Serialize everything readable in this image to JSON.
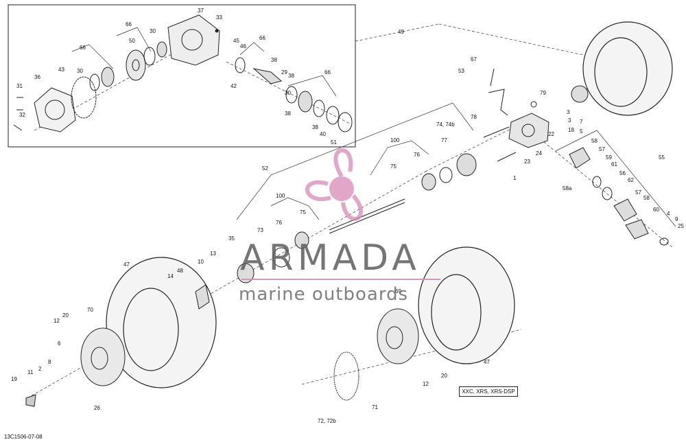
{
  "diagram": {
    "callouts": [
      "1",
      "2",
      "3",
      "3",
      "4",
      "5",
      "6",
      "7",
      "8",
      "9",
      "10",
      "11",
      "12",
      "12",
      "13",
      "14",
      "18",
      "19",
      "20",
      "20",
      "22",
      "23",
      "24",
      "25",
      "26",
      "29",
      "30",
      "30",
      "30",
      "31",
      "32",
      "33",
      "35",
      "36",
      "37",
      "38",
      "38",
      "38",
      "38",
      "40",
      "42",
      "43",
      "45",
      "46",
      "47",
      "47",
      "48",
      "49",
      "50",
      "51",
      "52",
      "53",
      "55",
      "56",
      "57",
      "57",
      "58",
      "58",
      "58a",
      "59",
      "60",
      "61",
      "62",
      "66",
      "66",
      "66",
      "66",
      "67",
      "69",
      "70",
      "71",
      "72, 72b",
      "73",
      "74, 74b",
      "75",
      "75",
      "76",
      "76",
      "77",
      "78",
      "79",
      "100",
      "100"
    ],
    "variant_label": "XXC, XRS, XRS-DSP",
    "doc_id": "13C1506-07-08"
  },
  "watermark": {
    "brand": "ARMADA",
    "tagline": "marine outboards",
    "accent": "#d98ab6"
  }
}
